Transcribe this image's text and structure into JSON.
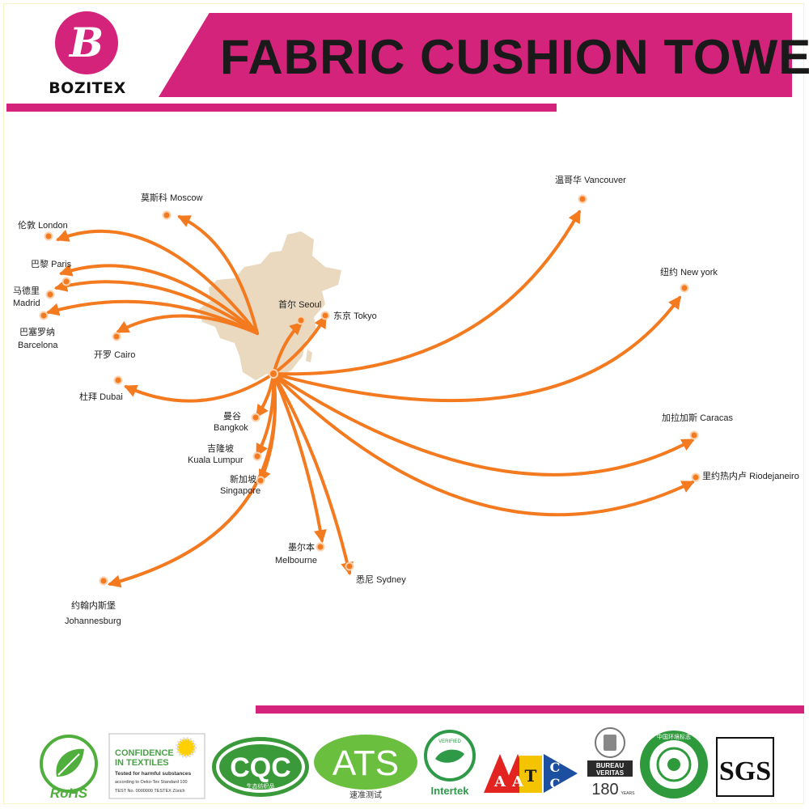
{
  "brand": {
    "logo_letter": "B",
    "name": "BOZITEX"
  },
  "banner": {
    "title": "FABRIC  CUSHION  TOWEL"
  },
  "colors": {
    "magenta": "#d4237b",
    "route": "#f47a20",
    "china": "#ead9bf"
  },
  "map": {
    "origin": "China",
    "cities": [
      {
        "zh": "莫斯科",
        "en": "Moscow"
      },
      {
        "zh": "伦敦",
        "en": "London"
      },
      {
        "zh": "巴黎",
        "en": "Paris"
      },
      {
        "zh": "马德里",
        "en": "Madrid"
      },
      {
        "zh": "巴塞罗纳",
        "en": "Barcelona"
      },
      {
        "zh": "开罗",
        "en": "Cairo"
      },
      {
        "zh": "杜拜",
        "en": "Dubai"
      },
      {
        "zh": "首尔",
        "en": "Seoul"
      },
      {
        "zh": "东京",
        "en": "Tokyo"
      },
      {
        "zh": "曼谷",
        "en": "Bangkok"
      },
      {
        "zh": "吉隆坡",
        "en": "Kuala Lumpur"
      },
      {
        "zh": "新加坡",
        "en": "Singapore"
      },
      {
        "zh": "墨尔本",
        "en": "Melbourne"
      },
      {
        "zh": "悉尼",
        "en": "Sydney"
      },
      {
        "zh": "约翰内斯堡",
        "en": "Johannesburg"
      },
      {
        "zh": "温哥华",
        "en": "Vancouver"
      },
      {
        "zh": "纽约",
        "en": "New york"
      },
      {
        "zh": "加拉加斯",
        "en": "Caracas"
      },
      {
        "zh": "里约热内卢",
        "en": "Riodejaneiro"
      }
    ]
  },
  "certifications": {
    "rohs": "RoHS",
    "oeko_title_1": "CONFIDENCE",
    "oeko_title_2": "IN TEXTILES",
    "oeko_sub": "Tested for harmful substances",
    "oeko_std": "according to Oeko-Tex Standard 100",
    "oeko_test": "TEST No. 0000000    TESTEX Zürich",
    "cqc": "CQC",
    "cqc_sub": "生态纺织品",
    "ats": "ATS",
    "ats_sub": "速准测试",
    "intertek": "Intertek",
    "intertek_top": "VERIFIED",
    "aatcc_letters": [
      "A",
      "A",
      "T",
      "C",
      "C"
    ],
    "bv_name_1": "BUREAU",
    "bv_name_2": "VERITAS",
    "bv_years": "180",
    "bv_years_label": "YEARS",
    "china_env": "中国环境标志",
    "sgs": "SGS"
  }
}
